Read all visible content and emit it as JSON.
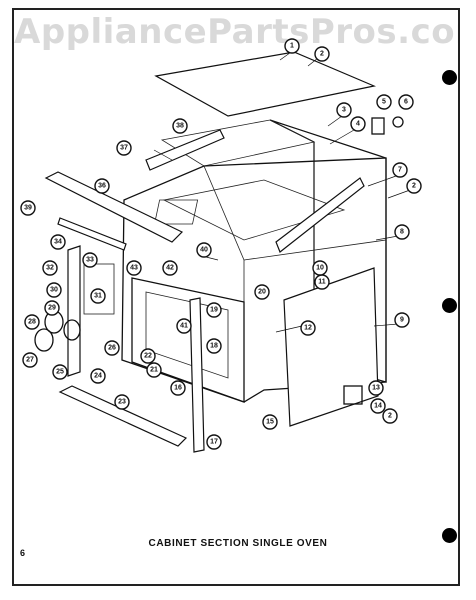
{
  "watermark": "AppliancePartsPros.com",
  "caption": "CABINET SECTION SINGLE OVEN",
  "page_number": "6",
  "callouts": [
    "1",
    "2",
    "3",
    "4",
    "5",
    "6",
    "7",
    "2",
    "8",
    "37",
    "38",
    "36",
    "39",
    "34",
    "33",
    "32",
    "31",
    "30",
    "29",
    "28",
    "27",
    "26",
    "25",
    "24",
    "23",
    "22",
    "21",
    "20",
    "19",
    "18",
    "17",
    "16",
    "15",
    "14",
    "13",
    "12",
    "11",
    "10",
    "9",
    "40",
    "41",
    "42",
    "43",
    "2"
  ]
}
